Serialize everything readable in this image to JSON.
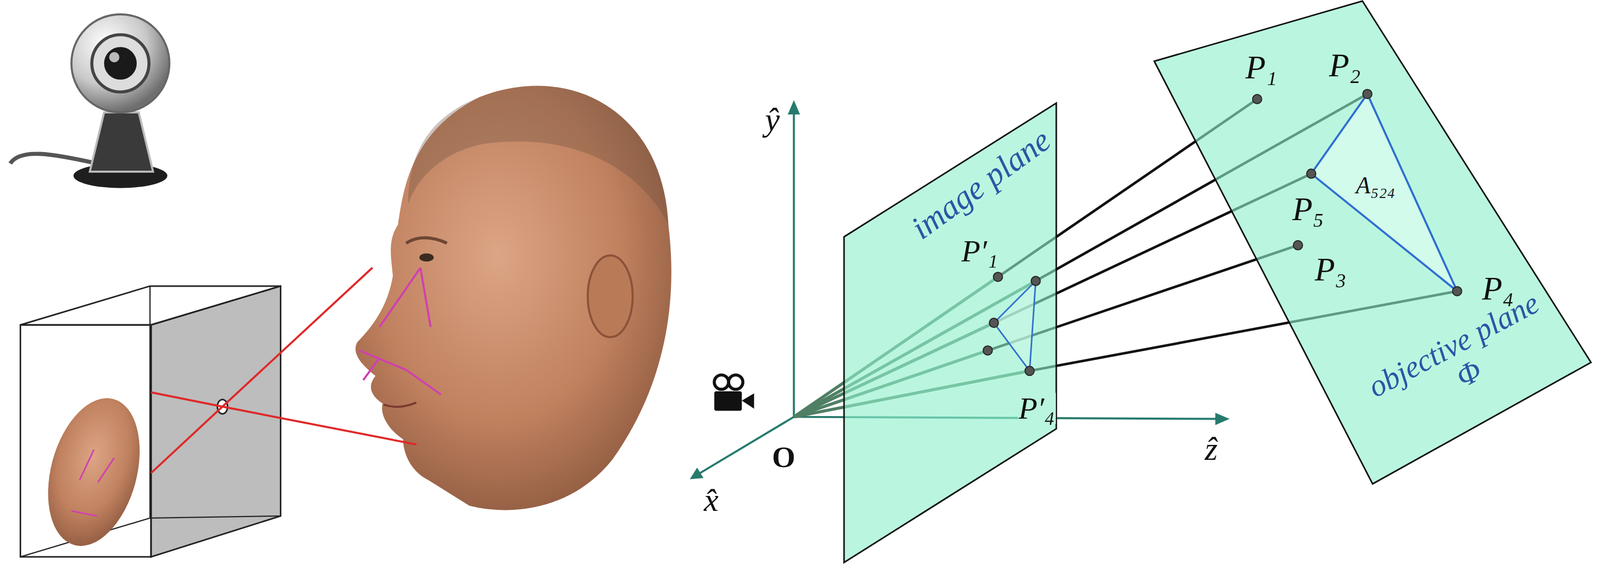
{
  "diagram": {
    "nodes": [
      {
        "text": [
          "image plane"
        ]
      },
      {
        "text": [
          "objective plane Φ"
        ]
      }
    ],
    "labels": [
      "ŷ",
      "x̂",
      "ẑ",
      "O",
      "P′₁",
      "P′₄",
      "P₁",
      "P₂",
      "P₅",
      "A₅₂₄",
      "P₃",
      "P₄"
    ]
  }
}
